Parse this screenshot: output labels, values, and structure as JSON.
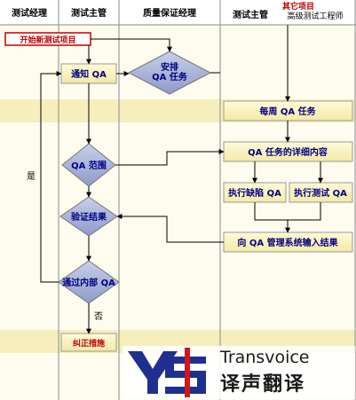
{
  "lanes": {
    "test_manager": "测试经理",
    "test_lead": "测试主管",
    "qa_manager": "质量保证经理",
    "test_lead_2": "测试主管",
    "other_project": "其它项目",
    "senior_test_engineer": "高级测试工程师"
  },
  "nodes": {
    "start": "开始新测试项目",
    "notify_qa": "通知 QA",
    "arrange_qa": "安排 QA 任务",
    "weekly_qa": "每周 QA 任务",
    "qa_scope": "QA 范围",
    "qa_details": "QA 任务的详细内容",
    "exec_defect": "执行缺陷 QA",
    "exec_test": "执行测试 QA",
    "verify": "验证结果",
    "input_results": "向 QA 管理系统输入结果",
    "pass_internal": "通过内部 QA",
    "corrective": "纠正措施",
    "yes": "是",
    "no": "否"
  },
  "logo": {
    "text": "Transvoice",
    "text_cn": "译声翻译",
    "colors": {
      "navy": "#1f2f8f",
      "red": "#d01818"
    }
  },
  "colors": {
    "lane_fill": "#fdfbe8",
    "band_fill": "#f8f0b8",
    "box_fill": "#fdf7c4",
    "diamond_fill": "#a9b3d6",
    "start_fill": "#ffffff"
  }
}
